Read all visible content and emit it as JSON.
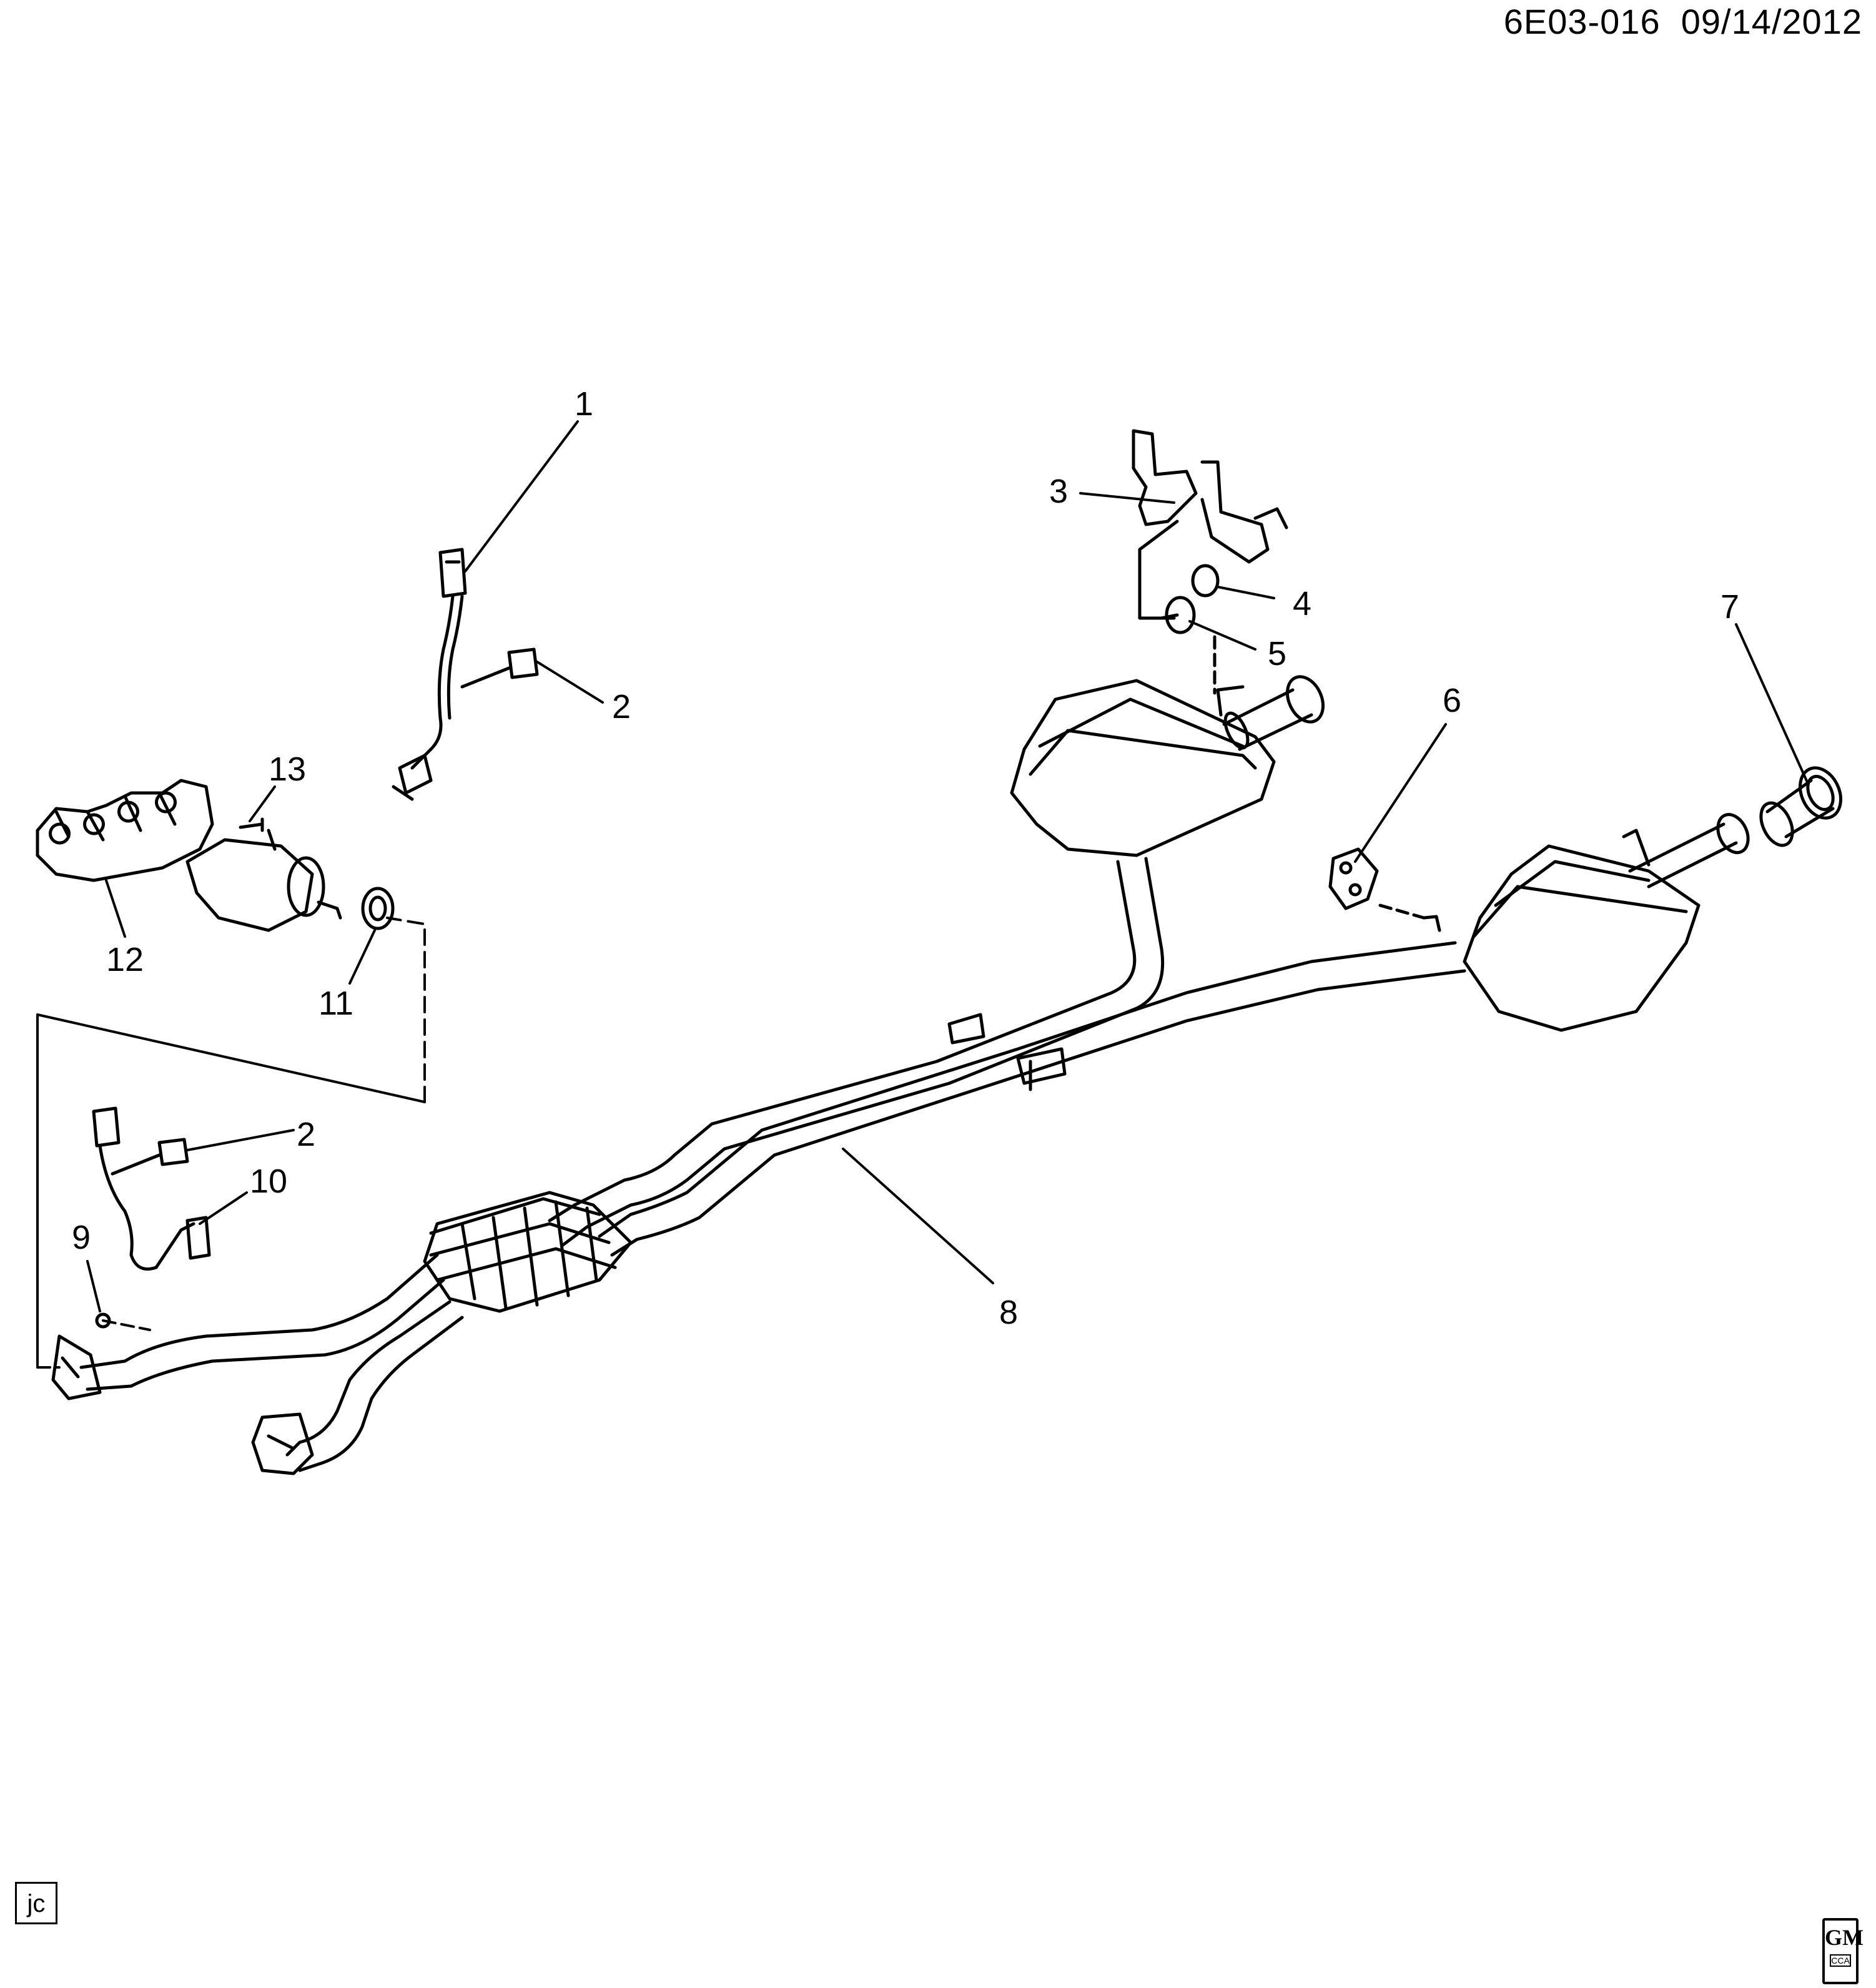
{
  "header": {
    "code": "6E03-016",
    "date": "09/14/2012"
  },
  "footer": {
    "artist_initials": "jc",
    "logo_text": "GM",
    "logo_subtext": "CCA"
  },
  "callouts": [
    "1",
    "2",
    "3",
    "4",
    "5",
    "6",
    "7",
    "8",
    "9",
    "10",
    "11",
    "12",
    "13",
    "2"
  ]
}
